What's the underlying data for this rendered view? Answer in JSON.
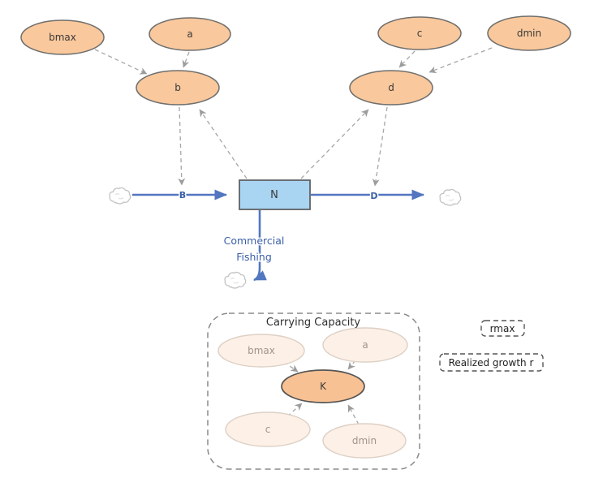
{
  "main_model": {
    "stock": {
      "label": "N"
    },
    "flows": {
      "inflow_label": "B",
      "outflow_label": "D",
      "harvest_label_line1": "Commercial",
      "harvest_label_line2": "Fishing"
    },
    "variables": {
      "bmax": "bmax",
      "a": "a",
      "b": "b",
      "c": "c",
      "d": "d",
      "dmin": "dmin"
    }
  },
  "carrying_capacity_panel": {
    "title": "Carrying Capacity",
    "variables": {
      "bmax": "bmax",
      "a": "a",
      "k": "K",
      "c": "c",
      "dmin": "dmin"
    }
  },
  "legend": {
    "rmax_label": "rmax",
    "realized_growth_label": "Realized growth r"
  },
  "colors": {
    "node_fill": "#f9c89c",
    "node_border": "#6f6f6d",
    "faded_fill": "#fdf0e6",
    "faded_border": "#ddd0c5",
    "stock_fill": "#a9d4f2",
    "flow_blue": "#5276c0",
    "label_blue": "#3a5fa8",
    "link_gray": "#a6a6a6",
    "text_dark": "#3a3a3a"
  }
}
